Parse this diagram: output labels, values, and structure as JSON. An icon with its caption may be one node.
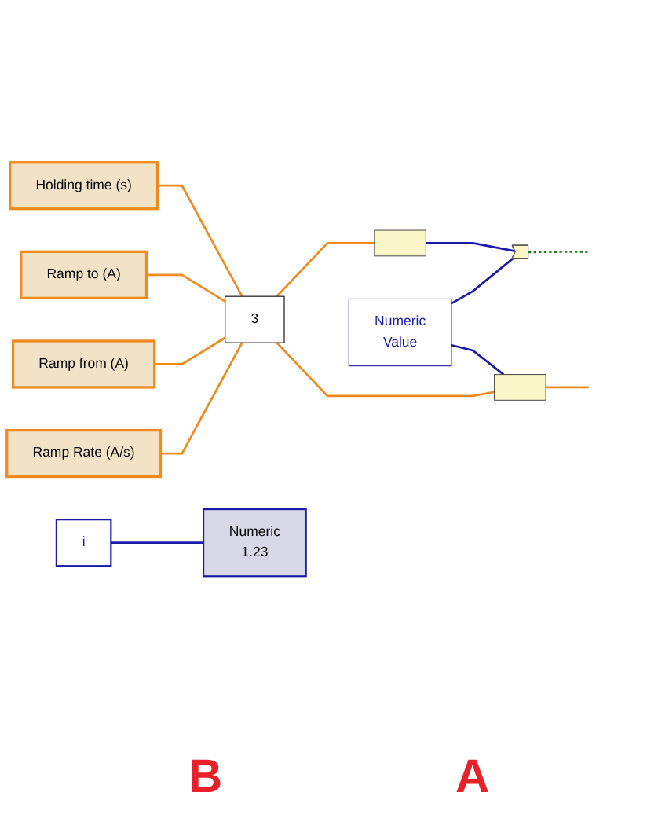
{
  "diagram": {
    "nodes": [
      {
        "text": [
          "Holding time (s)"
        ]
      },
      {
        "text": [
          "Ramp to (A)"
        ]
      },
      {
        "text": [
          "Ramp from (A)"
        ]
      },
      {
        "text": [
          "Ramp Rate (A/s)"
        ]
      },
      {
        "text": [
          "3"
        ]
      },
      {
        "text": [],
        "shape": "box"
      },
      {
        "text": [],
        "shape": "triangle"
      },
      {
        "text": [],
        "shape": "box"
      },
      {
        "text": [
          "Numeric",
          "Value"
        ]
      },
      {
        "text": [
          "i"
        ]
      },
      {
        "text": [
          "Numeric",
          "1.23"
        ]
      }
    ],
    "edges": [
      {
        "from": 0,
        "to": 4,
        "arrow": "none"
      },
      {
        "from": 1,
        "to": 4,
        "arrow": "none"
      },
      {
        "from": 2,
        "to": 4,
        "arrow": "none"
      },
      {
        "from": 3,
        "to": 4,
        "arrow": "none"
      },
      {
        "from": 4,
        "to": 5,
        "arrow": "none"
      },
      {
        "from": 4,
        "to": 7,
        "arrow": "none"
      },
      {
        "from": 5,
        "to": 6,
        "arrow": "none",
        "color": "#1a1aa8"
      },
      {
        "from": 8,
        "to": 6,
        "arrow": "none",
        "color": "#1a1aa8"
      },
      {
        "from": 8,
        "to": 7,
        "arrow": "none",
        "color": "#1a1aa8"
      },
      {
        "from": 6,
        "to": null,
        "arrow": "none",
        "style": "dashed",
        "color": "#1a7a1a"
      },
      {
        "from": 7,
        "to": null,
        "arrow": "none"
      },
      {
        "from": 9,
        "to": 10,
        "arrow": "none",
        "color": "#1a1aa8"
      }
    ],
    "labels": [
      "A",
      "B"
    ]
  }
}
